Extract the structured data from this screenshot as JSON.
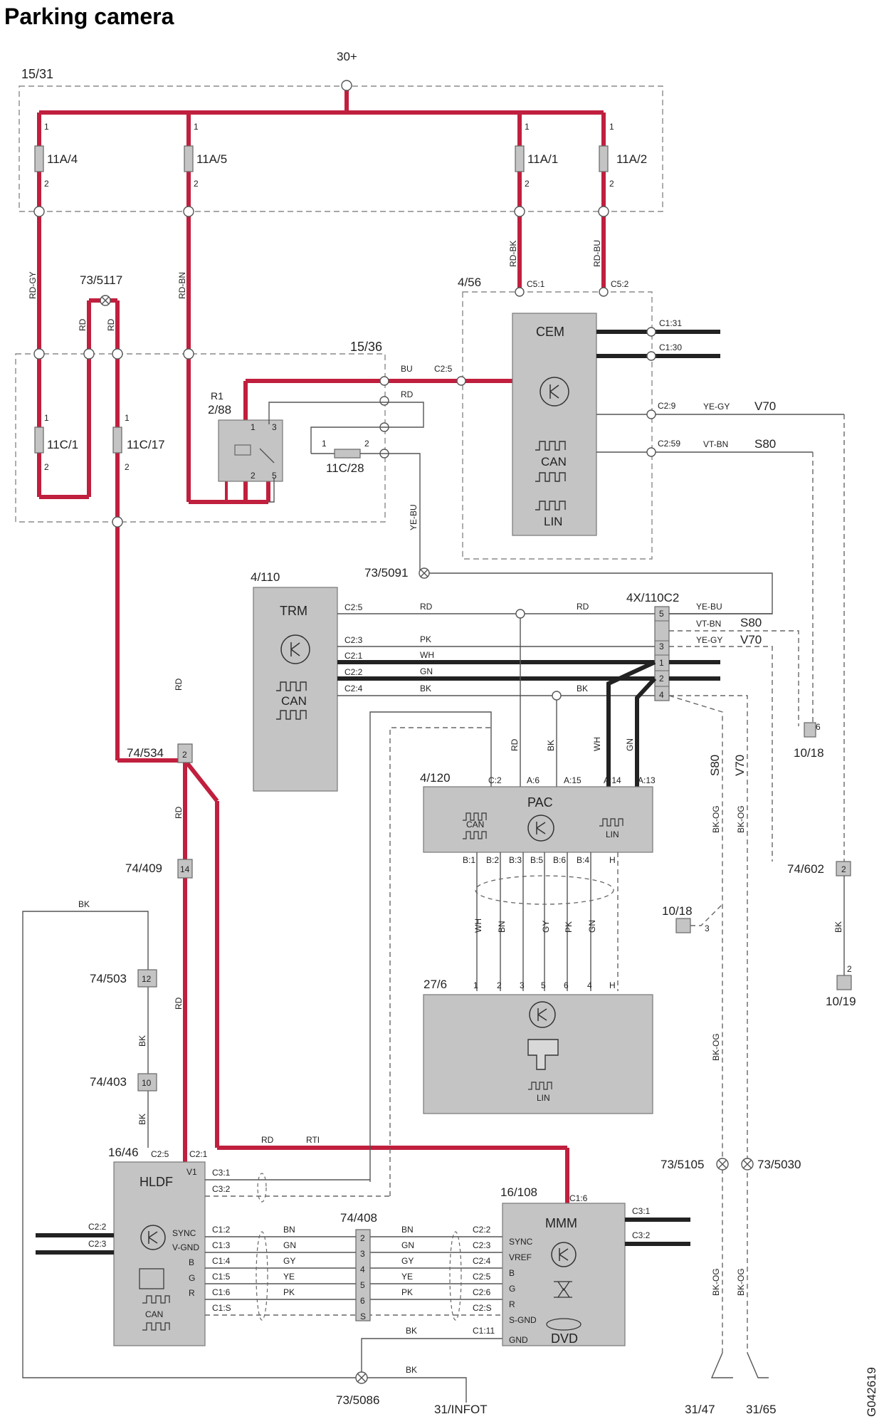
{
  "title": "Parking camera",
  "figure_id": "G042619",
  "supply": {
    "battery": "30+",
    "zone_fuse_box": "15/31",
    "zone_relay": "15/36",
    "ground_ref": "73/5117"
  },
  "fuses": [
    "11A/4",
    "11A/5",
    "11A/1",
    "11A/2",
    "11C/1",
    "11C/17",
    "11C/28"
  ],
  "relay": {
    "id": "R1",
    "ref": "2/88",
    "pins": [
      "1",
      "2",
      "3",
      "5"
    ]
  },
  "wire_colors": [
    "RD-GY",
    "RD-BN",
    "RD-BK",
    "RD-BU",
    "RD",
    "BU",
    "YE-BU",
    "YE-GY",
    "VT-BN",
    "BK",
    "WH",
    "GN",
    "PK",
    "GY",
    "BN",
    "YE",
    "BK-OG",
    "RTI"
  ],
  "models": [
    "V70",
    "S80"
  ],
  "modules": {
    "cem": {
      "ref": "4/56",
      "name": "CEM",
      "bus1": "CAN",
      "bus2": "LIN",
      "pins": [
        "C5:1",
        "C5:2",
        "C1:31",
        "C1:30",
        "C2:5",
        "C2:9",
        "C2:59"
      ]
    },
    "trm": {
      "ref": "4/110",
      "name": "TRM",
      "bus": "CAN",
      "pins": [
        "C2:5",
        "C2:3",
        "C2:1",
        "C2:2",
        "C2:4"
      ]
    },
    "pac": {
      "ref": "4/120",
      "name": "PAC",
      "bus1": "CAN",
      "bus2": "LIN",
      "pins_top": [
        "C:2",
        "A:6",
        "A:15",
        "A:14",
        "A:13"
      ],
      "pins_bottom": [
        "B:1",
        "B:2",
        "B:3",
        "B:5",
        "B:6",
        "B:4",
        "H"
      ]
    },
    "camera": {
      "ref": "27/6",
      "bus": "LIN",
      "pins": [
        "1",
        "2",
        "3",
        "5",
        "6",
        "4",
        "H"
      ]
    },
    "hldf": {
      "ref": "16/46",
      "name": "HLDF",
      "bus": "CAN",
      "signals": [
        "V1",
        "SYNC",
        "V-GND",
        "B",
        "G",
        "R"
      ],
      "pins": [
        "C2:5",
        "C2:1",
        "C3:1",
        "C3:2",
        "C1:2",
        "C1:3",
        "C1:4",
        "C1:5",
        "C1:6",
        "C1:S",
        "C2:2",
        "C2:3"
      ]
    },
    "mmm": {
      "ref": "16/108",
      "name": "MMM",
      "sub": "DVD",
      "signals": [
        "SYNC",
        "VREF",
        "B",
        "G",
        "R",
        "S-GND",
        "GND"
      ],
      "pins": [
        "C1:6",
        "C3:1",
        "C3:2",
        "C2:2",
        "C2:3",
        "C2:4",
        "C2:5",
        "C2:6",
        "C2:S",
        "C1:11"
      ]
    }
  },
  "connectors": {
    "c4x110c2": {
      "ref": "4X/110C2",
      "pins": [
        "5",
        "3",
        "1",
        "2",
        "4"
      ]
    },
    "c74_534": {
      "ref": "74/534",
      "pin": "2"
    },
    "c74_409": {
      "ref": "74/409",
      "pin": "14"
    },
    "c74_503": {
      "ref": "74/503",
      "pin": "12"
    },
    "c74_403": {
      "ref": "74/403",
      "pin": "10"
    },
    "c74_408": {
      "ref": "74/408",
      "pins": [
        "2",
        "3",
        "4",
        "5",
        "6",
        "S"
      ]
    },
    "c74_602": {
      "ref": "74/602",
      "pin": "2"
    },
    "c10_18a": {
      "ref": "10/18",
      "pin": "6"
    },
    "c10_18b": {
      "ref": "10/18",
      "pin": "3"
    },
    "c10_19": {
      "ref": "10/19",
      "pin": "2"
    }
  },
  "grounds": [
    "73/5091",
    "73/5105",
    "73/5030",
    "73/5086",
    "31/INFOT",
    "31/47",
    "31/65"
  ]
}
